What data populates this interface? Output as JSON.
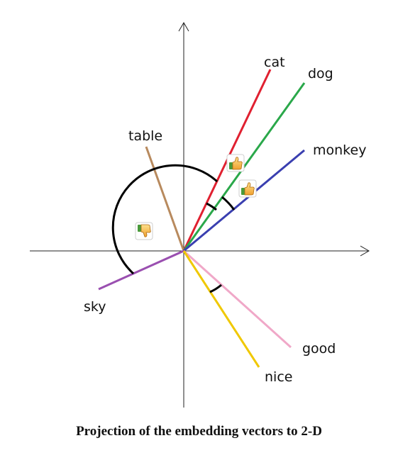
{
  "diagram": {
    "caption": "Projection of the embedding vectors to 2-D",
    "vectors": [
      {
        "word": "cat",
        "color": "#e02030"
      },
      {
        "word": "dog",
        "color": "#2aa84a"
      },
      {
        "word": "monkey",
        "color": "#3a3fb0"
      },
      {
        "word": "table",
        "color": "#b88a5e"
      },
      {
        "word": "sky",
        "color": "#9a4fb0"
      },
      {
        "word": "good",
        "color": "#f0a8c8"
      },
      {
        "word": "nice",
        "color": "#f0c800"
      }
    ],
    "markers": [
      {
        "icon": "thumbs-up-icon",
        "meaning": "similar"
      },
      {
        "icon": "thumbs-up-icon",
        "meaning": "similar"
      },
      {
        "icon": "thumbs-down-icon",
        "meaning": "dissimilar"
      }
    ]
  }
}
